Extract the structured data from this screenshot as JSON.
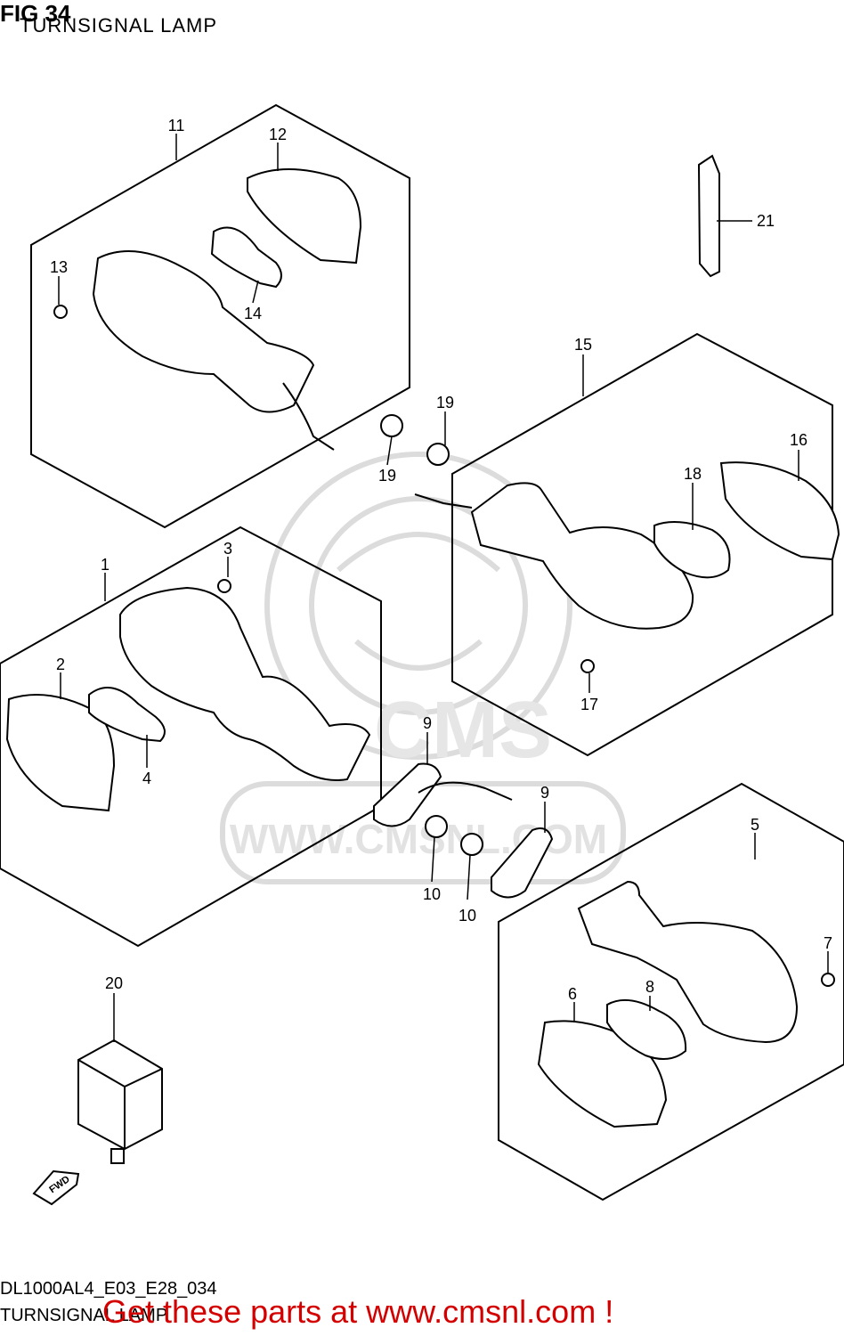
{
  "figure": {
    "number": "FIG 34",
    "title": "TURNSIGNAL LAMP",
    "code": "DL1000AL4_E03_E28_034",
    "footer_title": "TURNSIGNAL LAMP"
  },
  "callouts": [
    "1",
    "2",
    "3",
    "4",
    "5",
    "6",
    "7",
    "8",
    "9",
    "9",
    "10",
    "10",
    "11",
    "12",
    "13",
    "14",
    "15",
    "16",
    "17",
    "18",
    "19",
    "19",
    "20",
    "21"
  ],
  "fwd_label": "FWD",
  "watermark": {
    "text": "CMS",
    "url": "WWW.CMSNL.COM"
  },
  "cta": "Get these parts at www.cmsnl.com !",
  "colors": {
    "line": "#000000",
    "watermark": "#d9d9d9",
    "cta": "#d40000"
  }
}
